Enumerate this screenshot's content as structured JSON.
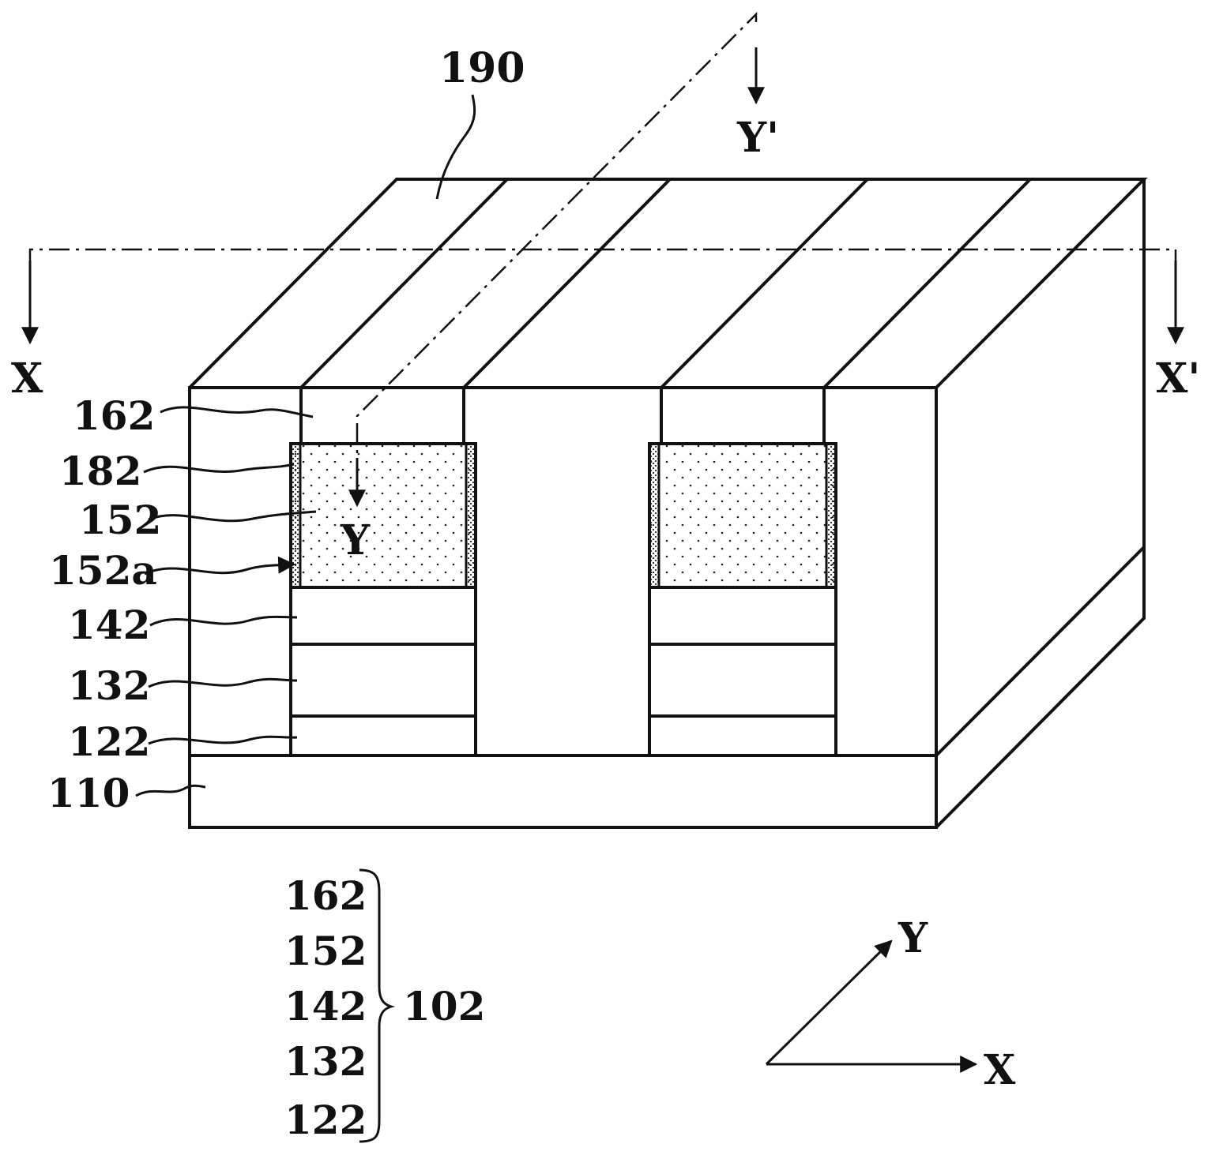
{
  "labels": {
    "l190": "190",
    "l162": "162",
    "l182": "182",
    "l152": "152",
    "l152a": "152a",
    "l142": "142",
    "l132": "132",
    "l122": "122",
    "l110": "110",
    "sectionX": "X",
    "sectionXp": "X'",
    "sectionY": "Y",
    "sectionYp": "Y'"
  },
  "stack": {
    "items": [
      "162",
      "152",
      "142",
      "132",
      "122"
    ],
    "group": "102"
  },
  "axes": {
    "x": "X",
    "y": "Y"
  }
}
